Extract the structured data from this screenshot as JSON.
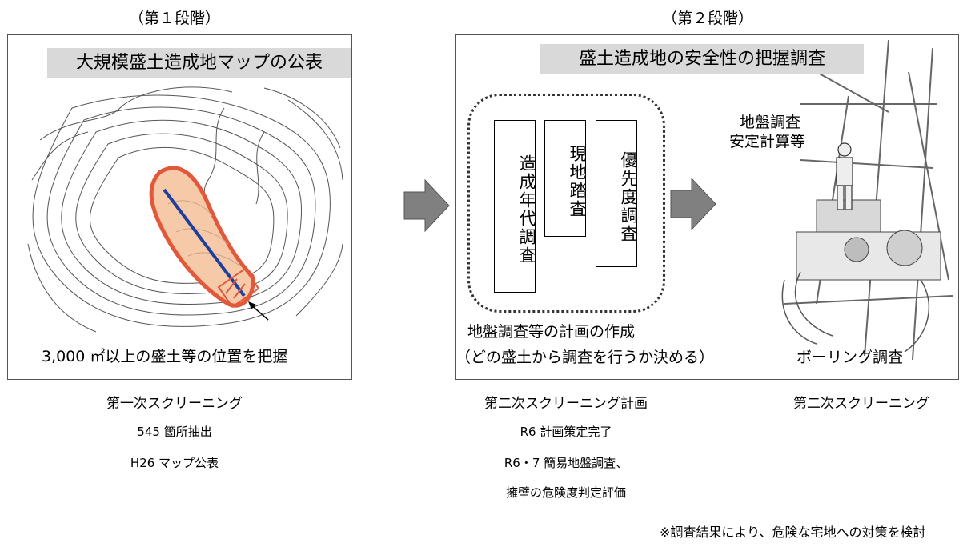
{
  "stage1": {
    "heading": "（第１段階）",
    "title": "大規模盛土造成地マップの公表",
    "caption": "3,000 ㎡以上の盛土等の位置を把握"
  },
  "stage2": {
    "heading": "（第２段階）",
    "title": "盛土造成地の安全性の把握調査",
    "boxes": [
      "造成年代調査",
      "現地踏査",
      "優先度調査"
    ],
    "plan_caption_1": "地盤調査等の計画の作成",
    "plan_caption_2": "（どの盛土から調査を行うか決める）",
    "survey_label_1": "地盤調査",
    "survey_label_2": "安定計算等",
    "boring_label": "ボーリング調査"
  },
  "bottom": {
    "col1": {
      "title": "第一次スクリーニング",
      "line1": "545 箇所抽出",
      "line2": "H26 マップ公表"
    },
    "col2": {
      "title": "第二次スクリーニング計画",
      "line1": "R6 計画策定完了",
      "line2": "R6・7 簡易地盤調査、",
      "line3": "擁壁の危険度判定評価"
    },
    "col3": {
      "title": "第二次スクリーニング"
    }
  },
  "footnote": "※調査結果により、危険な宅地への対策を検討",
  "colors": {
    "band": "#d9d9d9",
    "arrow": "#808080",
    "fill_area": "#f6c9a8",
    "outline_red": "#e2583a",
    "line_blue": "#1f3f9c"
  }
}
